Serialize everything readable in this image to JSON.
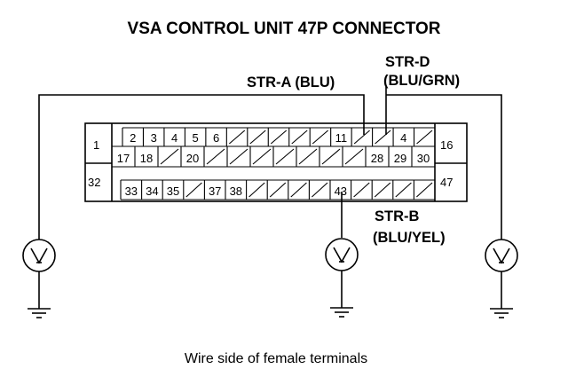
{
  "title": "VSA CONTROL UNIT 47P CONNECTOR",
  "labels": {
    "str_a": "STR-A (BLU)",
    "str_d_line1": "STR-D",
    "str_d_line2": "(BLU/GRN)",
    "str_b_line1": "STR-B",
    "str_b_line2": "(BLU/YEL)"
  },
  "caption": "Wire side of female terminals",
  "pins": {
    "left_top": "1",
    "left_bottom": "32",
    "right_top": "16",
    "right_bottom": "47",
    "row1": [
      "2",
      "3",
      "4",
      "5",
      "6",
      "",
      "",
      "",
      "",
      "",
      "11",
      "",
      "",
      "4",
      ""
    ],
    "row2": [
      "17",
      "18",
      "",
      "20",
      "",
      "",
      "",
      "",
      "",
      "",
      "",
      "28",
      "29",
      "30"
    ],
    "row3": [
      "33",
      "34",
      "35",
      "",
      "37",
      "38",
      "",
      "",
      "",
      "",
      "43",
      "",
      "",
      "",
      ""
    ]
  },
  "meters": {
    "left": "voltmeter",
    "middle": "voltmeter",
    "right": "voltmeter"
  }
}
